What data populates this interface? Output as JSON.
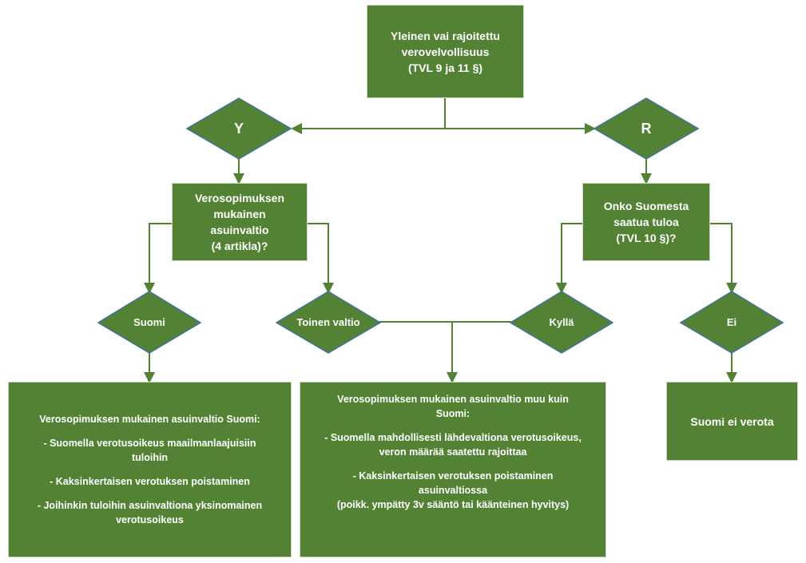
{
  "colors": {
    "fill": "#548235",
    "diamond_stroke": "#41719C",
    "connector": "#548235",
    "text": "#ffffff",
    "background": "#ffffff"
  },
  "nodes": {
    "root": {
      "lines": [
        "Yleinen vai rajoitettu",
        "verovelvollisuus",
        "(TVL 9 ja 11 §)"
      ]
    },
    "y": {
      "label": "Y"
    },
    "r": {
      "label": "R"
    },
    "q_asuinvaltio": {
      "lines": [
        "Verosopimuksen",
        "mukainen",
        "asuinvaltio",
        "(4 artikla)?"
      ]
    },
    "q_tulo": {
      "lines": [
        "Onko Suomesta",
        "saatua tuloa",
        "(TVL 10 §)?"
      ]
    },
    "suomi": {
      "label": "Suomi"
    },
    "toinen": {
      "label": "Toinen valtio"
    },
    "kylla": {
      "label": "Kyllä"
    },
    "ei": {
      "label": "Ei"
    },
    "result_suomi": {
      "lines": [
        "Verosopimuksen mukainen asuinvaltio Suomi:",
        "",
        "- Suomella verotusoikeus maailmanlaajuisiin",
        "tuloihin",
        "",
        "- Kaksinkertaisen verotuksen poistaminen",
        "",
        "- Joihinkin tuloihin asuinvaltiona yksinomainen",
        "verotusoikeus"
      ]
    },
    "result_muu": {
      "lines": [
        "Verosopimuksen mukainen asuinvaltio muu kuin",
        "Suomi:",
        "",
        "- Suomella mahdollisesti lähdevaltiona verotusoikeus,",
        "veron määrää saatettu rajoittaa",
        "",
        "- Kaksinkertaisen verotuksen poistaminen",
        "asuinvaltiossa",
        "(poikk. ympätty 3v sääntö tai käänteinen hyvitys)"
      ]
    },
    "result_ei": {
      "lines": [
        "Suomi ei verota"
      ]
    }
  },
  "edges": [
    {
      "from": "root",
      "to": "y"
    },
    {
      "from": "root",
      "to": "r"
    },
    {
      "from": "y",
      "to": "q_asuinvaltio"
    },
    {
      "from": "r",
      "to": "q_tulo"
    },
    {
      "from": "q_asuinvaltio",
      "to": "suomi"
    },
    {
      "from": "q_asuinvaltio",
      "to": "toinen"
    },
    {
      "from": "q_tulo",
      "to": "kylla"
    },
    {
      "from": "q_tulo",
      "to": "ei"
    },
    {
      "from": "suomi",
      "to": "result_suomi"
    },
    {
      "from": "toinen",
      "to": "result_muu"
    },
    {
      "from": "kylla",
      "to": "result_muu"
    },
    {
      "from": "ei",
      "to": "result_ei"
    }
  ]
}
